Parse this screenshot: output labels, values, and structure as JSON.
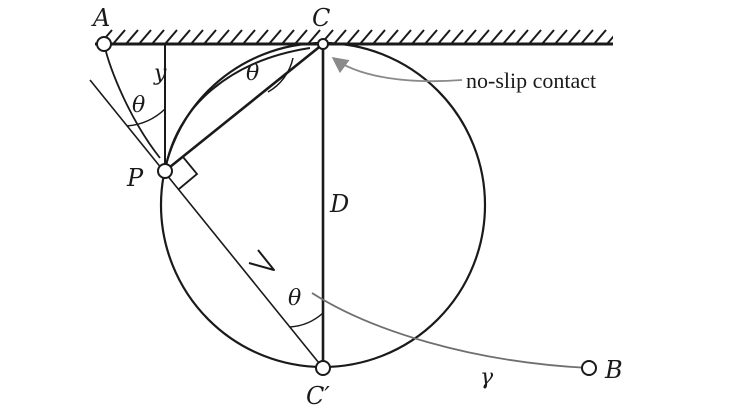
{
  "labels": {
    "A": "A",
    "C": "C",
    "P": "P",
    "D": "D",
    "C_prime": "C′",
    "B": "B",
    "y": "y",
    "theta_top": "θ",
    "theta_left": "θ",
    "theta_bottom": "θ",
    "gamma": "γ",
    "annotation": "no-slip contact"
  },
  "colors": {
    "ink": "#1a1a1a",
    "annotation_arrow": "#8a8a8a",
    "curve_gamma": "#6f6f6f"
  }
}
